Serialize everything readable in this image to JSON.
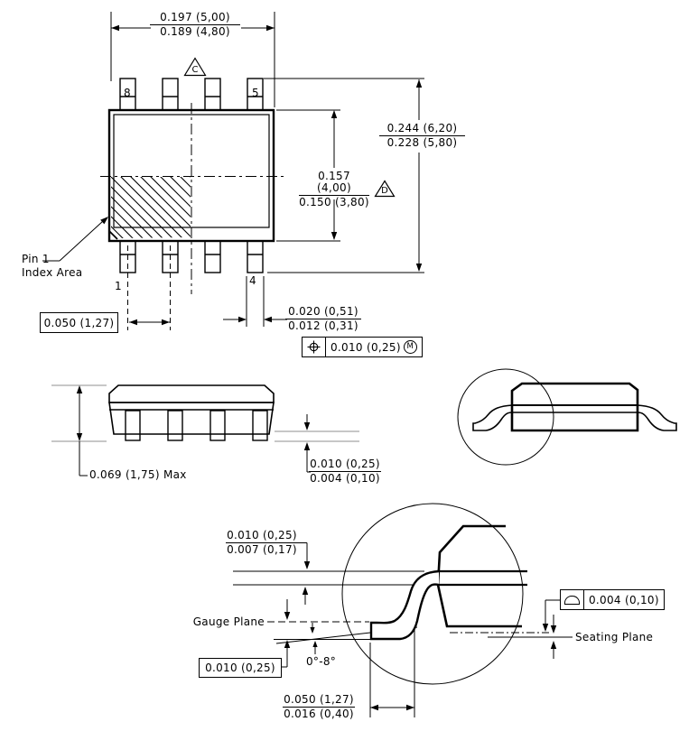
{
  "drawing": {
    "top_view": {
      "body_width": {
        "max": "0.197 (5,00)",
        "min": "0.189 (4,80)"
      },
      "datum_c": "C",
      "datum_d": "D",
      "pins": {
        "top_left": "8",
        "top_right": "5",
        "bottom_left": "1",
        "bottom_right": "4"
      },
      "lead_span": {
        "max": "0.244 (6,20)",
        "min": "0.228 (5,80)"
      },
      "body_length": {
        "max": "0.157 (4,00)",
        "min": "0.150 (3,80)"
      },
      "pin1_note": {
        "line1": "Pin 1",
        "line2": "Index Area"
      },
      "pitch": "0.050 (1,27)",
      "lead_width": {
        "max": "0.020 (0,51)",
        "min": "0.012 (0,31)"
      },
      "position_frame": {
        "value": "0.010 (0,25)",
        "modifier": "M"
      }
    },
    "side_view": {
      "height": "0.069 (1,75) Max",
      "standoff": {
        "max": "0.010 (0,25)",
        "min": "0.004 (0,10)"
      }
    },
    "detail_view": {
      "lead_thickness": {
        "max": "0.010 (0,25)",
        "min": "0.007 (0,17)"
      },
      "gauge_plane": "Gauge Plane",
      "gauge_offset": "0.010 (0,25)",
      "lead_angle": "0°-8°",
      "foot_length": {
        "max": "0.050 (1,27)",
        "min": "0.016 (0,40)"
      },
      "seating_plane": "Seating Plane",
      "flatness": "0.004 (0,10)"
    }
  }
}
